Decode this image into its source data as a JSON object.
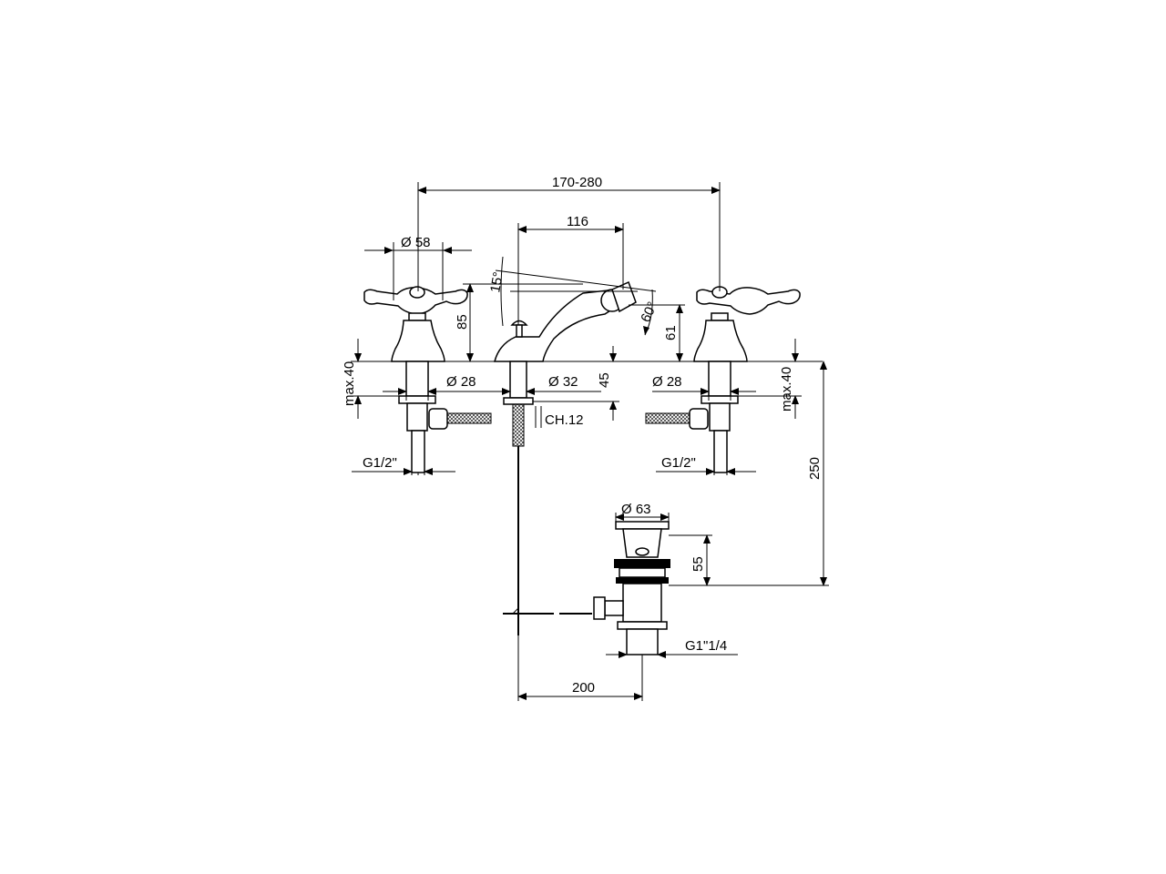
{
  "drawing": {
    "dimensions": {
      "overall_width": "170-280",
      "spout_reach": "116",
      "handle_diameter": "Ø 58",
      "spout_height": "85",
      "spout_tilt_up": "15°",
      "spout_tilt_down": "60°",
      "nozzle_height": "61",
      "left_max_thickness": "max.40",
      "right_max_thickness": "max.40",
      "left_shank_diameter": "Ø 28",
      "right_shank_diameter": "Ø 28",
      "base_diameter": "Ø 32",
      "base_height": "45",
      "wrench_size": "CH.12",
      "left_inlet": "G1/2\"",
      "right_inlet": "G1/2\"",
      "waste_height": "250",
      "waste_diameter": "Ø 63",
      "waste_flange_height": "55",
      "waste_outlet": "G1\"1/4",
      "rod_offset": "200"
    },
    "colors": {
      "line": "#000000",
      "background": "#ffffff"
    }
  }
}
